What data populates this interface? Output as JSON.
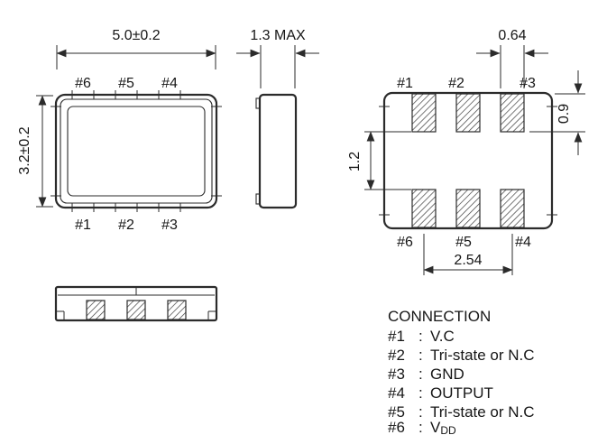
{
  "colors": {
    "ink": "#2b2b2b",
    "background": "#ffffff"
  },
  "drawing": {
    "top_view": {
      "dim_width": "5.0±0.2",
      "dim_height": "3.2±0.2",
      "pins_top": [
        "#6",
        "#5",
        "#4"
      ],
      "pins_bottom": [
        "#1",
        "#2",
        "#3"
      ]
    },
    "side_view": {
      "dim_thickness": "1.3 MAX"
    },
    "bottom_view": {
      "dim_pad_width": "0.64",
      "dim_pad_height": "0.9",
      "dim_row_gap": "1.2",
      "dim_pad_span": "2.54",
      "pins_top": [
        "#1",
        "#2",
        "#3"
      ],
      "pins_bottom": [
        "#6",
        "#5",
        "#4"
      ]
    },
    "connection": {
      "title": "CONNECTION",
      "separator": ":",
      "entries": [
        {
          "pin": "#1",
          "label": "V.C"
        },
        {
          "pin": "#2",
          "label": "Tri-state or N.C"
        },
        {
          "pin": "#3",
          "label": "GND"
        },
        {
          "pin": "#4",
          "label": "OUTPUT"
        },
        {
          "pin": "#5",
          "label": "Tri-state or N.C"
        },
        {
          "pin": "#6",
          "label": "V",
          "label_sub": "DD"
        }
      ]
    }
  }
}
